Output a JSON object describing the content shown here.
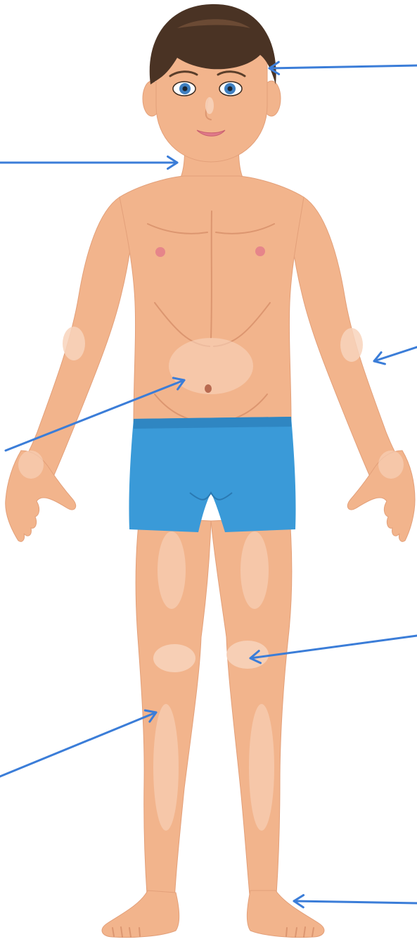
{
  "figure": {
    "subject": "boy-body-parts-illustration",
    "colors": {
      "background": "#ffffff",
      "skin": "#f2b48c",
      "skin_shade": "#e09a72",
      "skin_highlight": "#f8d4bc",
      "hair": "#4a3324",
      "hair_highlight": "#6b4a34",
      "shorts": "#3a9ad8",
      "shorts_shade": "#2f86c2",
      "arrow": "#3b7dd8",
      "lips": "#e07a8a",
      "iris": "#3f7fc0",
      "nipple": "#e6858a"
    },
    "label_arrows": [
      {
        "target": "hair",
        "icon": "arrow-left-icon"
      },
      {
        "target": "neck",
        "icon": "arrow-right-icon"
      },
      {
        "target": "arm",
        "icon": "arrow-left-icon"
      },
      {
        "target": "belly",
        "icon": "arrow-up-right-icon"
      },
      {
        "target": "knee",
        "icon": "arrow-left-icon"
      },
      {
        "target": "leg",
        "icon": "arrow-up-right-icon"
      },
      {
        "target": "foot",
        "icon": "arrow-left-icon"
      }
    ]
  }
}
